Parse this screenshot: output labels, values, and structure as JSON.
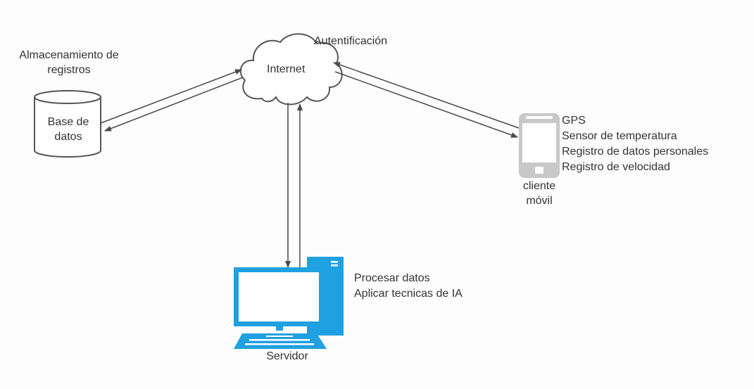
{
  "nodes": {
    "database": {
      "title": "Almacenamiento de registros",
      "title_line1": "Almacenamiento de",
      "title_line2": "registros",
      "label_line1": "Base de",
      "label_line2": "datos",
      "icon": "database-cylinder-icon"
    },
    "internet": {
      "label": "Internet",
      "annotation": "Autentificación",
      "icon": "cloud-icon"
    },
    "mobile": {
      "label_line1": "cliente",
      "label_line2": "móvil",
      "features": [
        "GPS",
        "Sensor de temperatura",
        "Registro de datos personales",
        "Registro de velocidad"
      ],
      "icon": "smartphone-icon"
    },
    "server": {
      "label": "Servidor",
      "tasks": [
        "Procesar datos",
        "Aplicar tecnicas de IA"
      ],
      "icon": "desktop-computer-icon"
    }
  },
  "connections": [
    {
      "from": "database",
      "to": "internet",
      "bidirectional": true
    },
    {
      "from": "internet",
      "to": "mobile",
      "bidirectional": true
    },
    {
      "from": "internet",
      "to": "server",
      "bidirectional": true
    }
  ],
  "colors": {
    "stroke": "#555555",
    "arrow": "#4a4a4a",
    "computer_blue": "#1fa0e0",
    "computer_dark": "#1584c7",
    "phone_gray": "#c8c8c8",
    "phone_screen": "#ffffff",
    "text": "#333333"
  }
}
